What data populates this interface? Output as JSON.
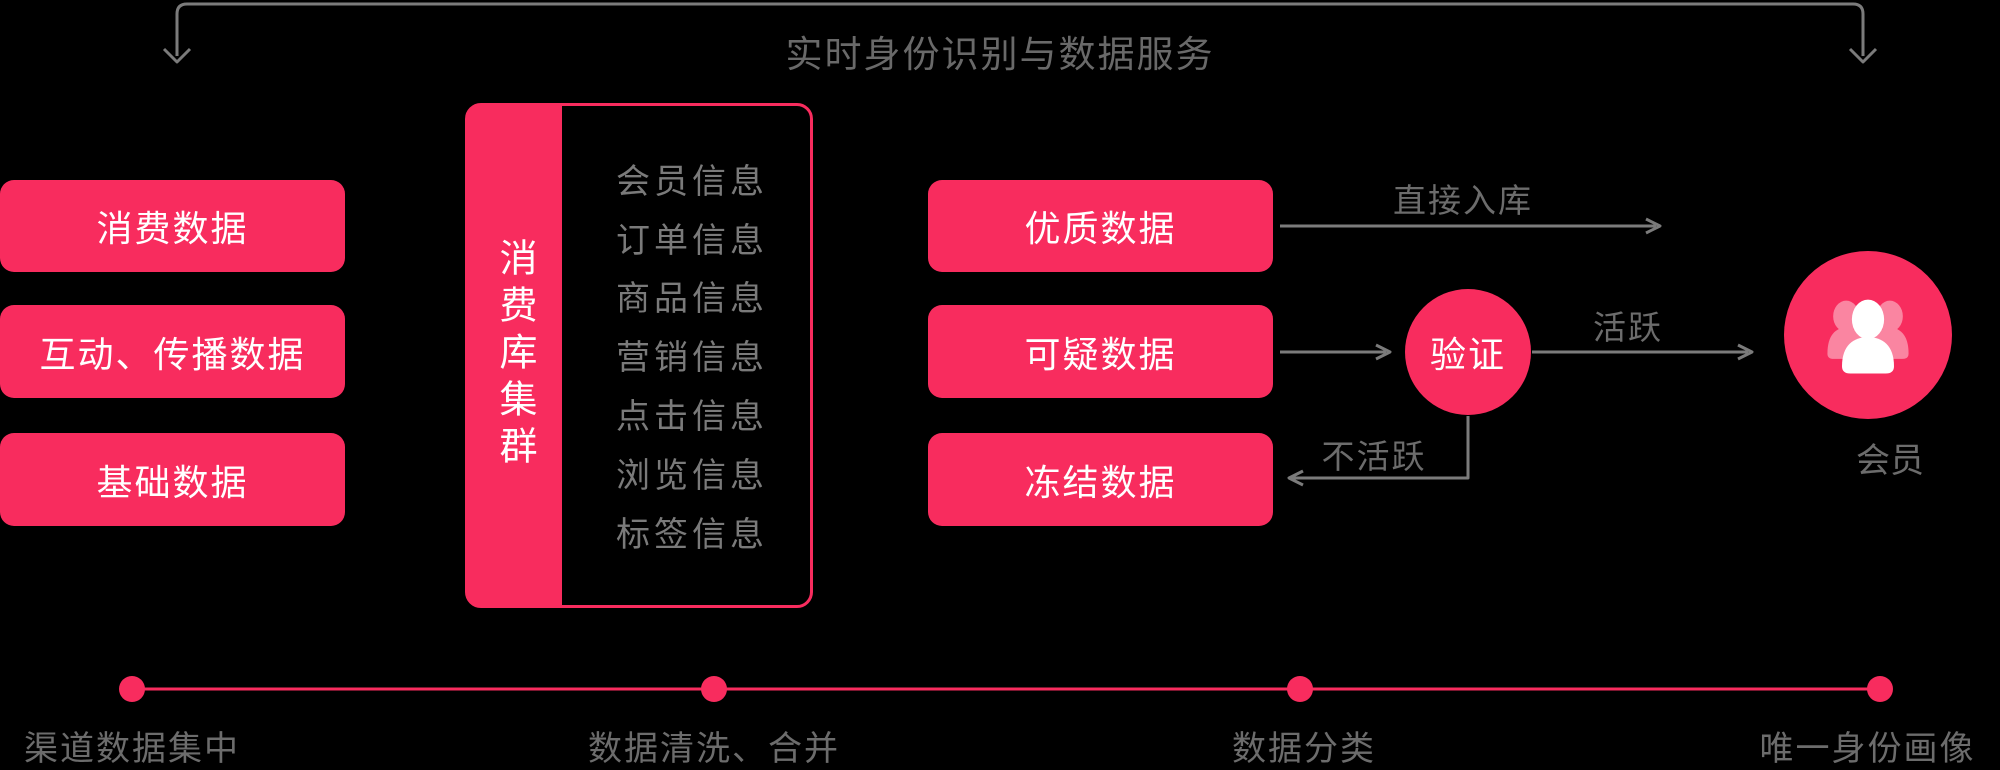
{
  "colors": {
    "background": "#000000",
    "accent_pink": "#F82C5E",
    "node_text": "#FFFFFF",
    "muted_text": "#6C6C6C",
    "arrow_gray": "#7B7B7B",
    "list_text": "#7A7A7A"
  },
  "header": {
    "title": "实时身份识别与数据服务"
  },
  "sources": {
    "items": [
      "消费数据",
      "互动、传播数据",
      "基础数据"
    ]
  },
  "cluster": {
    "sidebar_label": "消费库集群",
    "items": [
      "会员信息",
      "订单信息",
      "商品信息",
      "营销信息",
      "点击信息",
      "浏览信息",
      "标签信息"
    ]
  },
  "classification": {
    "items": [
      "优质数据",
      "可疑数据",
      "冻结数据"
    ]
  },
  "flow": {
    "direct_label": "直接入库",
    "verify_label": "验证",
    "active_label": "活跃",
    "inactive_label": "不活跃",
    "member_label": "会员",
    "member_icon": "users-group-icon"
  },
  "timeline": {
    "stages": [
      "渠道数据集中",
      "数据清洗、合并",
      "数据分类",
      "唯一身份画像"
    ]
  }
}
